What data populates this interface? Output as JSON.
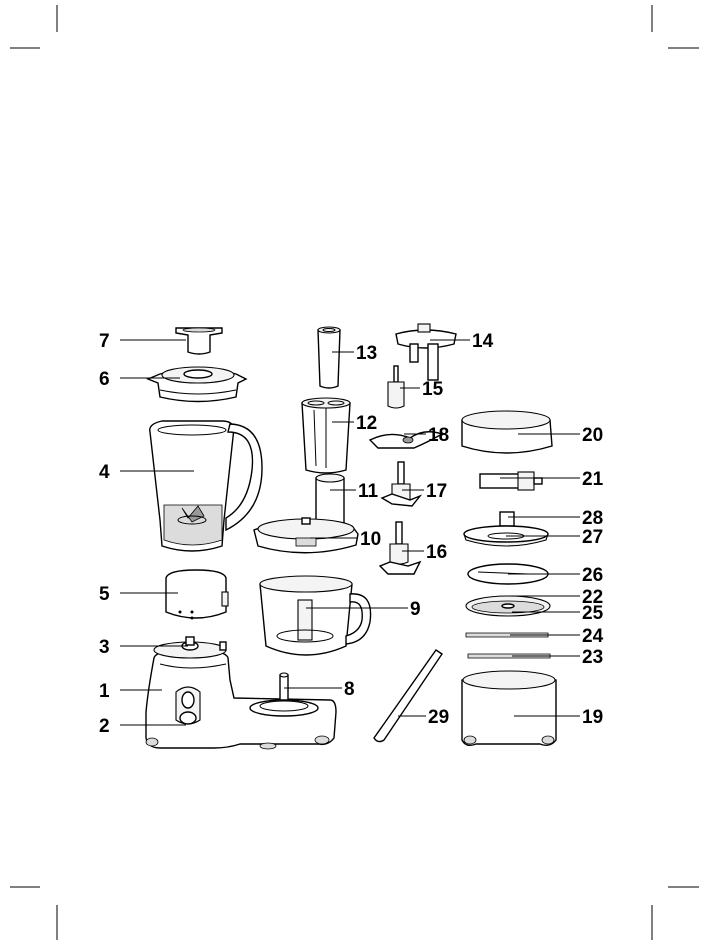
{
  "labels": {
    "l1": "1",
    "l2": "2",
    "l3": "3",
    "l4": "4",
    "l5": "5",
    "l6": "6",
    "l7": "7",
    "l8": "8",
    "l9": "9",
    "l10": "10",
    "l11": "11",
    "l12": "12",
    "l13": "13",
    "l14": "14",
    "l15": "15",
    "l16": "16",
    "l17": "17",
    "l18": "18",
    "l19": "19",
    "l20": "20",
    "l21": "21",
    "l22": "22",
    "l23": "23",
    "l24": "24",
    "l25": "25",
    "l26": "26",
    "l27": "27",
    "l28": "28",
    "l29": "29"
  }
}
